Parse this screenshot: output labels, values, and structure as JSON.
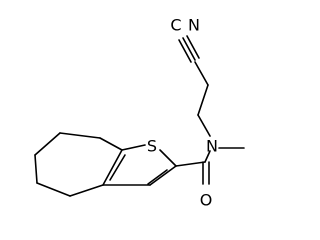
{
  "molecule": {
    "atoms": {
      "nitrile_carbon": "C",
      "nitrile_nitrogen": "N",
      "thiophene_sulfur": "S",
      "amide_nitrogen": "N",
      "carbonyl_oxygen": "O"
    },
    "colors": {
      "bond": "#000000",
      "label": "#000000",
      "background": "#ffffff"
    }
  }
}
